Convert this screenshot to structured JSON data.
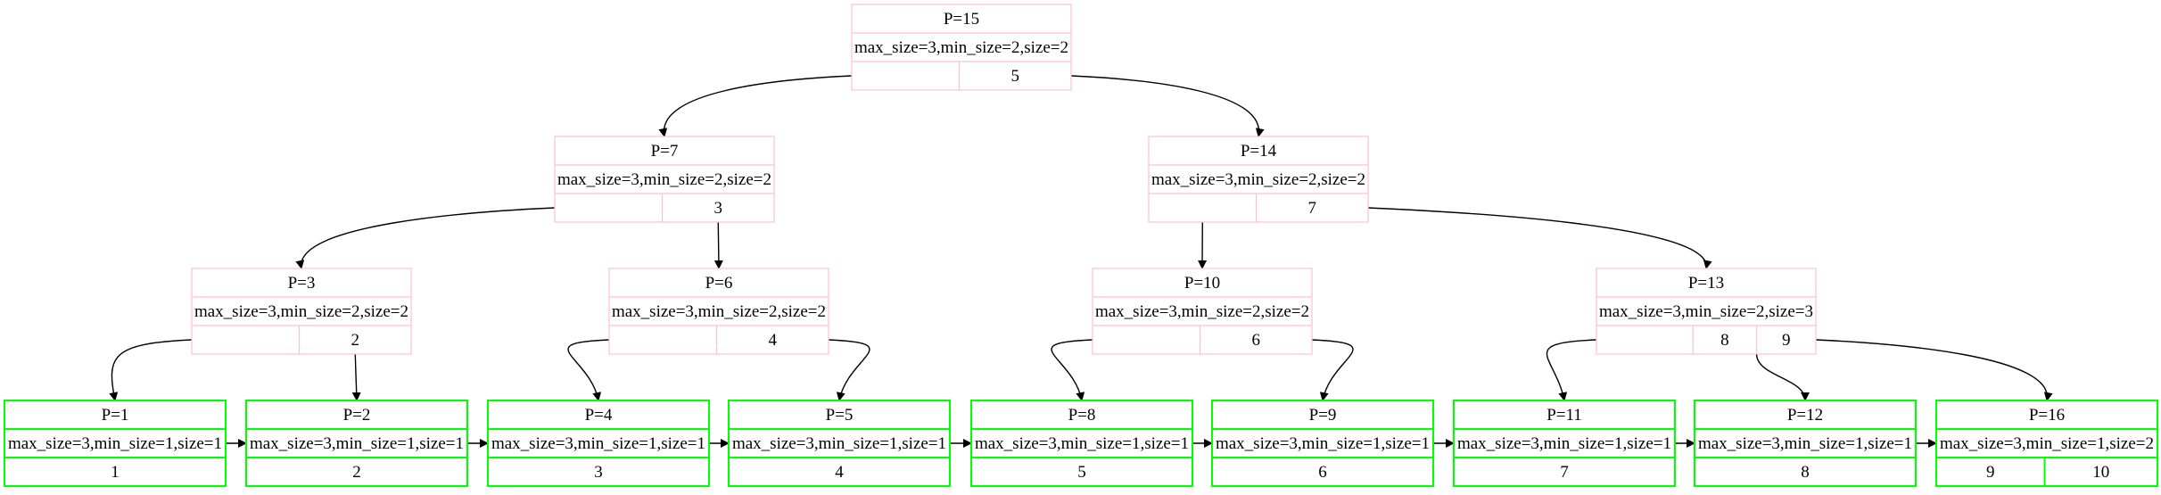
{
  "colors": {
    "internal_border": "#ffc0cb",
    "leaf_border": "#00ff00",
    "edge": "#000000"
  },
  "internal_nodes": [
    {
      "id": "P15",
      "title": "P=15",
      "meta": "max_size=3,min_size=2,size=2",
      "keys": [
        "",
        "5"
      ]
    },
    {
      "id": "P7",
      "title": "P=7",
      "meta": "max_size=3,min_size=2,size=2",
      "keys": [
        "",
        "3"
      ]
    },
    {
      "id": "P14",
      "title": "P=14",
      "meta": "max_size=3,min_size=2,size=2",
      "keys": [
        "",
        "7"
      ]
    },
    {
      "id": "P3",
      "title": "P=3",
      "meta": "max_size=3,min_size=2,size=2",
      "keys": [
        "",
        "2"
      ]
    },
    {
      "id": "P6",
      "title": "P=6",
      "meta": "max_size=3,min_size=2,size=2",
      "keys": [
        "",
        "4"
      ]
    },
    {
      "id": "P10",
      "title": "P=10",
      "meta": "max_size=3,min_size=2,size=2",
      "keys": [
        "",
        "6"
      ]
    },
    {
      "id": "P13",
      "title": "P=13",
      "meta": "max_size=3,min_size=2,size=3",
      "keys": [
        "",
        "8",
        "9"
      ]
    }
  ],
  "leaf_nodes": [
    {
      "id": "P1",
      "title": "P=1",
      "meta": "max_size=3,min_size=1,size=1",
      "keys": [
        "1"
      ]
    },
    {
      "id": "P2",
      "title": "P=2",
      "meta": "max_size=3,min_size=1,size=1",
      "keys": [
        "2"
      ]
    },
    {
      "id": "P4",
      "title": "P=4",
      "meta": "max_size=3,min_size=1,size=1",
      "keys": [
        "3"
      ]
    },
    {
      "id": "P5",
      "title": "P=5",
      "meta": "max_size=3,min_size=1,size=1",
      "keys": [
        "4"
      ]
    },
    {
      "id": "P8",
      "title": "P=8",
      "meta": "max_size=3,min_size=1,size=1",
      "keys": [
        "5"
      ]
    },
    {
      "id": "P9",
      "title": "P=9",
      "meta": "max_size=3,min_size=1,size=1",
      "keys": [
        "6"
      ]
    },
    {
      "id": "P11",
      "title": "P=11",
      "meta": "max_size=3,min_size=1,size=1",
      "keys": [
        "7"
      ]
    },
    {
      "id": "P12",
      "title": "P=12",
      "meta": "max_size=3,min_size=1,size=1",
      "keys": [
        "8"
      ]
    },
    {
      "id": "P16",
      "title": "P=16",
      "meta": "max_size=3,min_size=1,size=2",
      "keys": [
        "9",
        "10"
      ]
    }
  ],
  "tree_edges": [
    {
      "from": "P15",
      "to": "P7"
    },
    {
      "from": "P15",
      "to": "P14"
    },
    {
      "from": "P7",
      "to": "P3"
    },
    {
      "from": "P7",
      "to": "P6"
    },
    {
      "from": "P14",
      "to": "P10"
    },
    {
      "from": "P14",
      "to": "P13"
    },
    {
      "from": "P3",
      "to": "P1"
    },
    {
      "from": "P3",
      "to": "P2"
    },
    {
      "from": "P6",
      "to": "P4"
    },
    {
      "from": "P6",
      "to": "P5"
    },
    {
      "from": "P10",
      "to": "P8"
    },
    {
      "from": "P10",
      "to": "P9"
    },
    {
      "from": "P13",
      "to": "P11"
    },
    {
      "from": "P13",
      "to": "P12"
    },
    {
      "from": "P13",
      "to": "P16"
    }
  ],
  "sibling_links": [
    {
      "from": "P1",
      "to": "P2"
    },
    {
      "from": "P2",
      "to": "P4"
    },
    {
      "from": "P4",
      "to": "P5"
    },
    {
      "from": "P5",
      "to": "P8"
    },
    {
      "from": "P8",
      "to": "P9"
    },
    {
      "from": "P9",
      "to": "P11"
    },
    {
      "from": "P11",
      "to": "P12"
    },
    {
      "from": "P12",
      "to": "P16"
    }
  ]
}
